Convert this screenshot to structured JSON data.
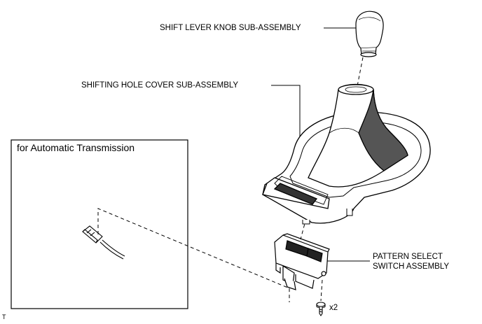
{
  "labels": {
    "shift_lever_knob": "SHIFT LEVER KNOB SUB-ASSEMBLY",
    "shifting_hole_cover": "SHIFTING HOLE COVER SUB-ASSEMBLY",
    "pattern_select_line1": "PATTERN SELECT",
    "pattern_select_line2": "SWITCH ASSEMBLY",
    "inset_title": "for Automatic Transmission",
    "quantity": "x2",
    "corner_mark": "T"
  }
}
